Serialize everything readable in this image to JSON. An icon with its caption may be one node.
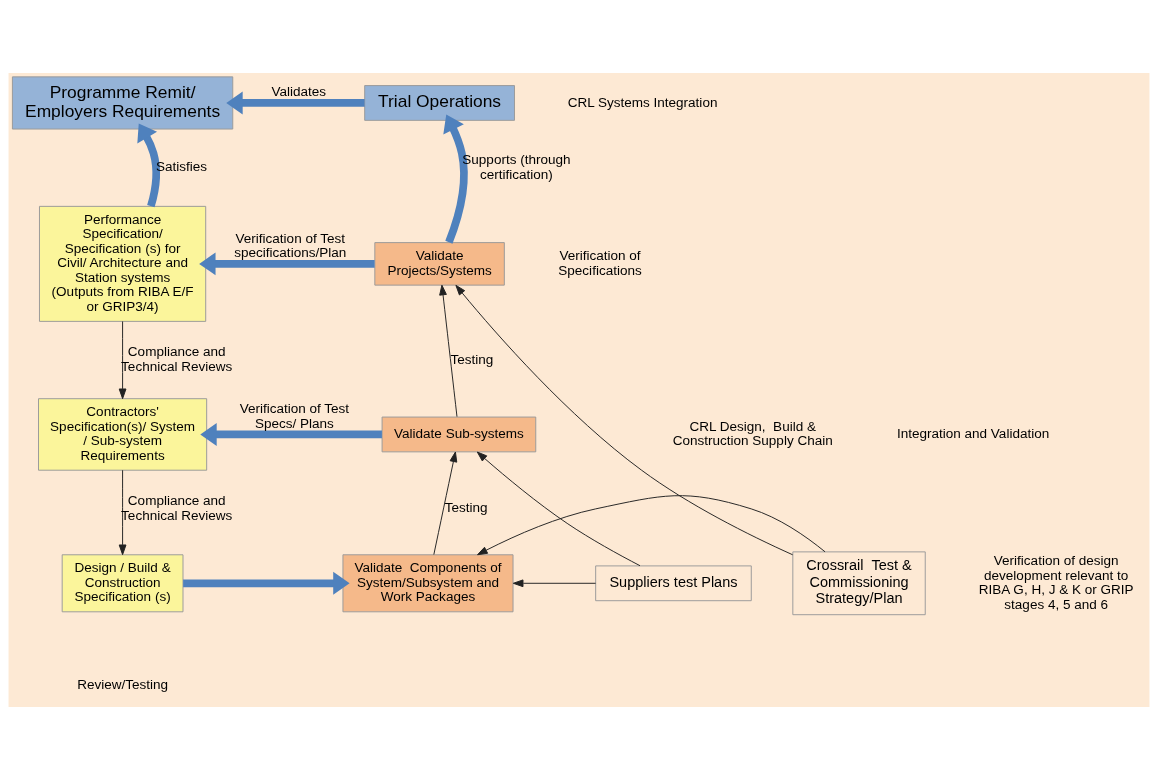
{
  "diagram": {
    "nodes": [
      {
        "text": [
          "Programme Remit/ Employers Requirements"
        ]
      },
      {
        "text": [
          "Trial Operations"
        ]
      },
      {
        "text": [
          "Performance Specification/ Specification (s) for Civil/ Architecture and Station systems",
          "(Outputs from RIBA E/F or GRIP3/4)"
        ]
      },
      {
        "text": [
          "Contractors' Specification(s)/ System / Sub-system Requirements"
        ]
      },
      {
        "text": [
          "Design / Build & Construction Specification (s)"
        ]
      },
      {
        "text": [
          "Validate  Components of System/Subsystem and Work Packages"
        ]
      },
      {
        "text": [
          "Validate Sub-systems"
        ]
      },
      {
        "text": [
          "Validate Projects/Systems"
        ]
      },
      {
        "text": [
          "Suppliers test Plans"
        ]
      },
      {
        "text": [
          "Crossrail  Test & Commissioning Strategy/Plan"
        ]
      }
    ],
    "edges": [
      {
        "from": 1,
        "to": 0,
        "arrow": "to",
        "label": "Validates",
        "style": "thick",
        "color": "#4f81bd"
      },
      {
        "from": 2,
        "to": 0,
        "arrow": "to",
        "label": "Satisfies",
        "style": "thick",
        "color": "#4f81bd"
      },
      {
        "from": 7,
        "to": 1,
        "arrow": "to",
        "label": "Supports (through certification)",
        "style": "thick",
        "color": "#4f81bd"
      },
      {
        "from": 7,
        "to": 2,
        "arrow": "to",
        "label": "Verification of Test specifications/Plan",
        "style": "thick",
        "color": "#4f81bd"
      },
      {
        "from": 2,
        "to": 3,
        "arrow": "to",
        "label": "Compliance and Technical Reviews"
      },
      {
        "from": 6,
        "to": 3,
        "arrow": "to",
        "label": "Verification of Test Specs/ Plans",
        "style": "thick",
        "color": "#4f81bd"
      },
      {
        "from": 3,
        "to": 4,
        "arrow": "to",
        "label": "Compliance and Technical Reviews"
      },
      {
        "from": 4,
        "to": 5,
        "arrow": "to",
        "style": "thick",
        "color": "#4f81bd"
      },
      {
        "from": 5,
        "to": 6,
        "arrow": "to",
        "label": "Testing"
      },
      {
        "from": 6,
        "to": 7,
        "arrow": "to",
        "label": "Testing"
      },
      {
        "from": 8,
        "to": 6,
        "arrow": "to"
      },
      {
        "from": 8,
        "to": 5,
        "arrow": "to"
      },
      {
        "from": 9,
        "to": 7,
        "arrow": "to"
      },
      {
        "from": 9,
        "to": 5,
        "arrow": "to"
      }
    ],
    "labels": [
      "CRL Systems Integration",
      "CRL Design,  Build & Construction Supply Chain",
      "Verification of design development relevant to RIBA G, H, J & K or GRIP stages 4, 5 and 6",
      "Verification of Specifications",
      "Integration and Validation",
      "Review/Testing"
    ]
  }
}
